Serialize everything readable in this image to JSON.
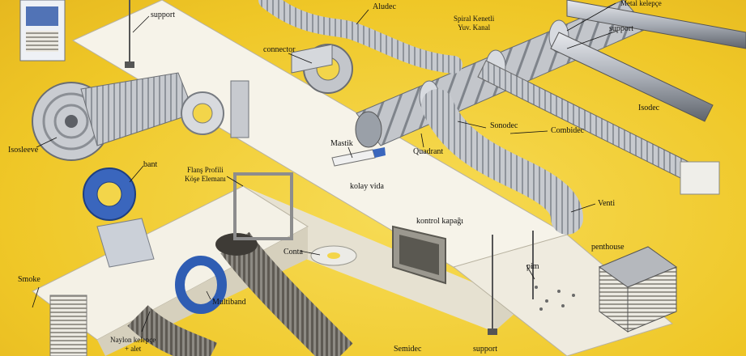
{
  "labels": {
    "support_top_left": "support",
    "aludec": "Aludec",
    "metal_kelepce": "Metal kelepçe",
    "spiral_line1": "Spiral Kenetli",
    "spiral_line2": "Yuv. Kanal",
    "support_top_right": "support",
    "connector": "connector",
    "isodec": "Isodec",
    "isosleeve": "Isosleeve",
    "sonodec": "Sonodec",
    "combidec": "Combidec",
    "quadrant": "Quadrant",
    "mastik": "Mastik",
    "bant": "bant",
    "flans_line1": "Flanş Profili",
    "flans_line2": "Köşe Elemanı",
    "kolay_vida": "kolay vida",
    "venti": "Venti",
    "kontrol_kapagi": "kontrol kapağı",
    "conta": "Conta",
    "penthouse": "penthouse",
    "smoke": "Smoke",
    "pim": "pim",
    "multiband": "Multiband",
    "naylon_line1": "Naylon kelepçe",
    "naylon_line2": "+ alet",
    "semidec": "Semidec",
    "support_bottom": "support"
  },
  "colors": {
    "background": "#f2cf35",
    "duct": "#f4f1e6",
    "duct_shadow": "#c9c3ae",
    "foil": "#b9bcc2",
    "flex_dark": "#6f6a62",
    "blue_band": "#2f5db3"
  }
}
